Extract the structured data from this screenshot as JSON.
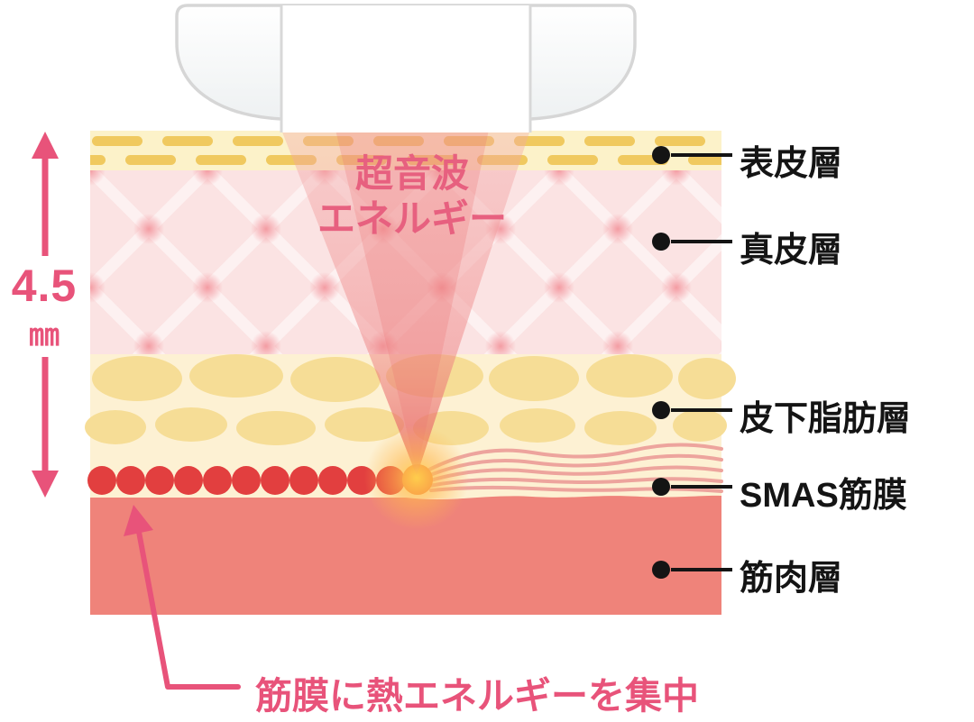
{
  "depth": {
    "value": "4.5",
    "unit": "㎜"
  },
  "energy": {
    "line1": "超音波",
    "line2": "エネルギー"
  },
  "labels": {
    "epidermis": "表皮層",
    "dermis": "真皮層",
    "fat": "皮下脂肪層",
    "smas": "SMAS筋膜",
    "muscle": "筋肉層"
  },
  "caption": {
    "text": "筋膜に熱エネルギーを集中"
  },
  "colors": {
    "accent_pink": "#e8537a",
    "energy_text": "#e7607f",
    "label_text": "#141414",
    "epidermis_bg": "#fcf2c9",
    "epidermis_dash": "#f0c95f",
    "dermis_bg": "#fbe3e3",
    "dermis_lattice": "#fdf1f1",
    "fat_bg": "#fdf1d3",
    "fat_blob": "#f6dd96",
    "smas_red": "#e23f3f",
    "focus_orange": "#f2793f",
    "muscle": "#ef837a",
    "device_outline": "#d6d6d6"
  }
}
